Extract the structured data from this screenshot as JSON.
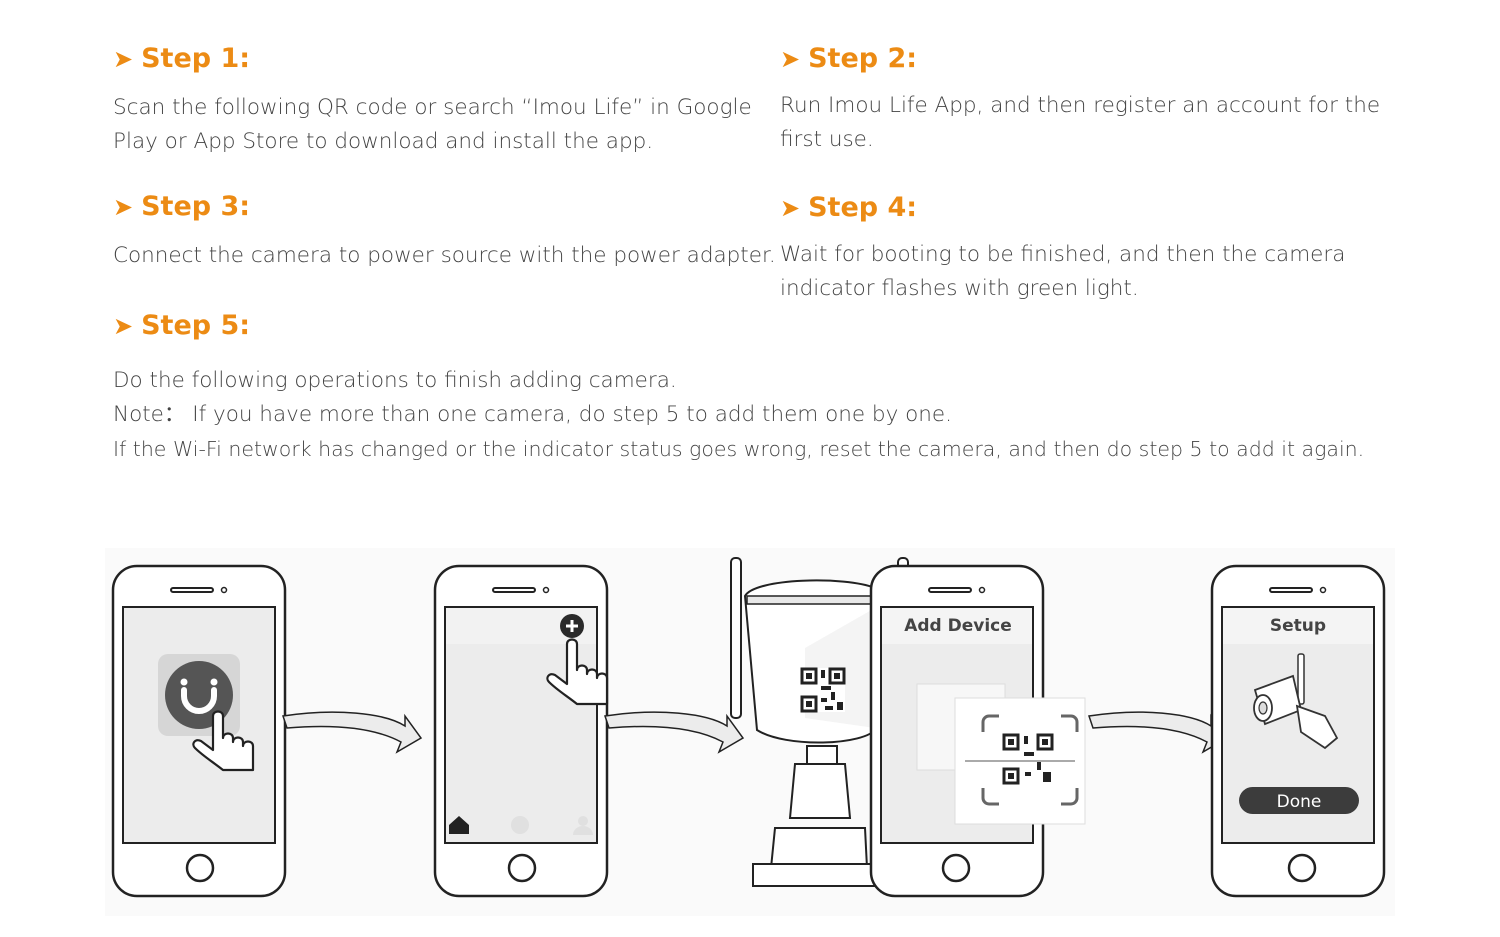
{
  "steps": [
    {
      "title": "Step 1:",
      "body": [
        "Scan the following QR code or search “Imou Life” in Google",
        "Play or App Store to download and install the app."
      ]
    },
    {
      "title": "Step 2:",
      "body": [
        "Run Imou Life App, and then register an account for the",
        "first use."
      ]
    },
    {
      "title": "Step 3:",
      "body": [
        "Connect the camera to power source with the power adapter."
      ]
    },
    {
      "title": "Step 4:",
      "body": [
        "Wait for booting to be finished, and then the camera",
        "indicator flashes with green light."
      ]
    },
    {
      "title": "Step 5:",
      "body": [
        "Do the following operations to finish adding camera.",
        "Note： If you have more than one camera, do step 5 to add them one by one.",
        "If the Wi-Fi network has changed or the indicator status goes wrong, reset the camera, and then do step 5 to add it again."
      ]
    }
  ],
  "illustration": {
    "add_device_title": "Add Device",
    "setup_title": "Setup",
    "done_button": "Done"
  },
  "colors": {
    "accent": "#ec8b14",
    "text": "#444444",
    "phone_outline": "#222222",
    "button_dark": "#3c3c3c"
  }
}
